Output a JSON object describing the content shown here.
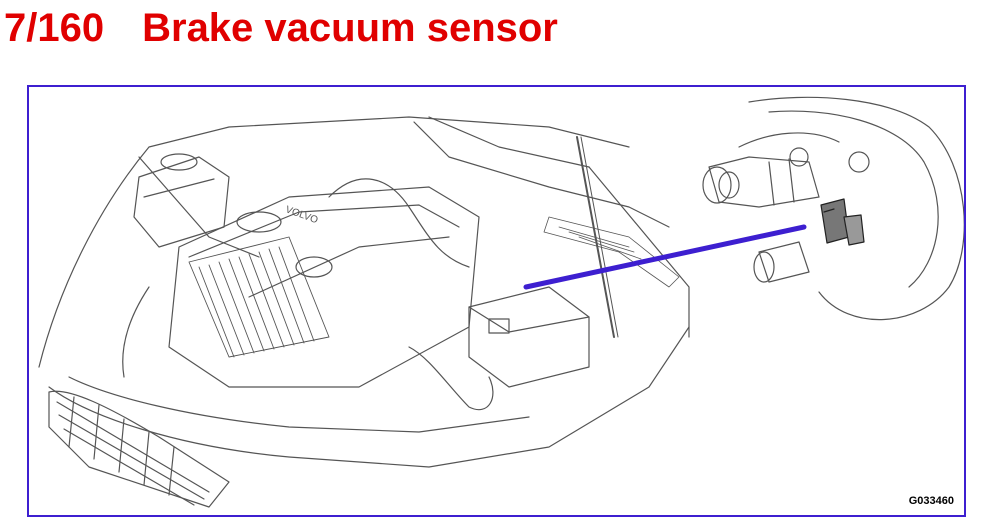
{
  "header": {
    "page_number": "7/160",
    "title": "Brake vacuum sensor"
  },
  "figure": {
    "reference_code": "G033460",
    "frame_color": "#3d1fd0",
    "pointer_color": "#3d1fd0",
    "title_color": "#e00000",
    "engine_brand_text": "VOLVO"
  }
}
